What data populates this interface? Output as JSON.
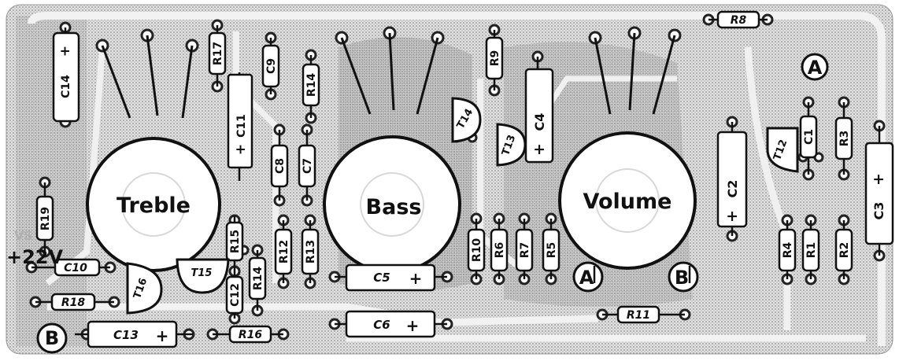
{
  "potentiometers": {
    "treble": "Treble",
    "bass": "Bass",
    "volume": "Volume"
  },
  "supply": {
    "voltage": "+22V"
  },
  "edge_text": "VS",
  "connectors": {
    "a": "A",
    "b": "B",
    "a_prime": "A",
    "b_prime": "B"
  },
  "resistors": {
    "r1": "R1",
    "r2": "R2",
    "r3": "R3",
    "r4": "R4",
    "r5": "R5",
    "r6": "R6",
    "r7": "R7",
    "r8": "R8",
    "r9": "R9",
    "r10": "R10",
    "r11": "R11",
    "r12": "R12",
    "r13": "R13",
    "r14a": "R14",
    "r14b": "R14",
    "r15": "R15",
    "r16": "R16",
    "r17": "R17",
    "r18": "R18",
    "r19": "R19"
  },
  "capacitors": {
    "c1": "C1",
    "c2": "C2",
    "c3": "C3",
    "c4": "C4",
    "c5": "C5",
    "c6": "C6",
    "c7": "C7",
    "c8": "C8",
    "c9": "C9",
    "c10": "C10",
    "c11": "C11",
    "c12": "C12",
    "c13": "C13",
    "c14": "C14"
  },
  "transistors": {
    "t12": "T12",
    "t13": "T13",
    "t14": "T14",
    "t15": "T15",
    "t16": "T16"
  },
  "polarity_mark": "+"
}
